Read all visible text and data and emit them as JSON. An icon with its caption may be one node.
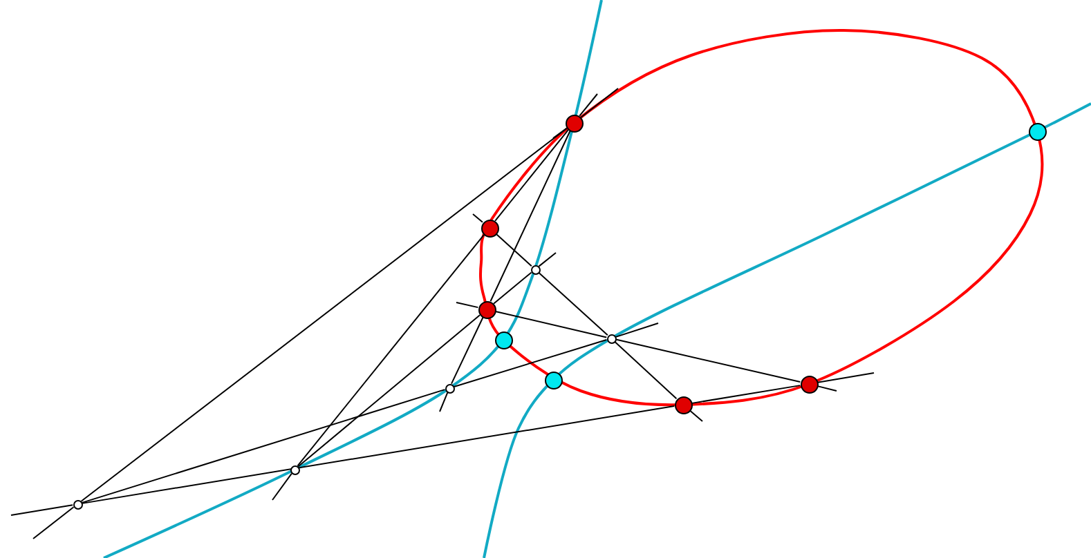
{
  "diagram": {
    "nodes": [
      {
        "text": [],
        "shape": "circle"
      },
      {
        "text": [],
        "shape": "circle"
      },
      {
        "text": [],
        "shape": "circle"
      },
      {
        "text": [],
        "shape": "circle"
      },
      {
        "text": [],
        "shape": "circle"
      },
      {
        "text": [],
        "shape": "circle"
      },
      {
        "text": [],
        "shape": "circle"
      },
      {
        "text": [],
        "shape": "circle"
      },
      {
        "text": [],
        "shape": "circle"
      },
      {
        "text": [],
        "shape": "circle"
      },
      {
        "text": [],
        "shape": "circle"
      },
      {
        "text": [],
        "shape": "circle"
      },
      {
        "text": [],
        "shape": "circle"
      }
    ],
    "edges": [
      {
        "from": 0,
        "to": 12,
        "arrow": "none"
      },
      {
        "from": 0,
        "to": null,
        "arrow": "none"
      },
      {
        "from": 12,
        "to": null,
        "arrow": "none"
      },
      {
        "from": 0,
        "to": 1,
        "arrow": "none"
      },
      {
        "from": 1,
        "to": 11,
        "arrow": "none"
      },
      {
        "from": 11,
        "to": null,
        "arrow": "none"
      },
      {
        "from": 0,
        "to": 2,
        "arrow": "none"
      },
      {
        "from": 2,
        "to": 10,
        "arrow": "none"
      },
      {
        "from": 10,
        "to": null,
        "arrow": "none"
      },
      {
        "from": 1,
        "to": 8,
        "arrow": "none"
      },
      {
        "from": 8,
        "to": 9,
        "arrow": "none"
      },
      {
        "from": 9,
        "to": 3,
        "arrow": "none"
      },
      {
        "from": 1,
        "to": null,
        "arrow": "none"
      },
      {
        "from": 3,
        "to": null,
        "arrow": "none"
      },
      {
        "from": 2,
        "to": 9,
        "arrow": "none"
      },
      {
        "from": 9,
        "to": 4,
        "arrow": "none"
      },
      {
        "from": 2,
        "to": null,
        "arrow": "none"
      },
      {
        "from": 4,
        "to": null,
        "arrow": "none"
      },
      {
        "from": 12,
        "to": 3,
        "arrow": "none"
      },
      {
        "from": 3,
        "to": 4,
        "arrow": "none"
      },
      {
        "from": 4,
        "to": null,
        "arrow": "none"
      },
      {
        "from": 12,
        "to": 10,
        "arrow": "none"
      },
      {
        "from": 10,
        "to": 9,
        "arrow": "none"
      },
      {
        "from": 12,
        "to": null,
        "arrow": "none"
      },
      {
        "from": 9,
        "to": null,
        "arrow": "none"
      },
      {
        "from": 11,
        "to": 2,
        "arrow": "none"
      },
      {
        "from": 2,
        "to": 8,
        "arrow": "none"
      },
      {
        "from": 8,
        "to": null,
        "arrow": "none"
      },
      {
        "from": null,
        "to": 0,
        "arrow": "none"
      },
      {
        "from": 0,
        "to": null,
        "arrow": "none"
      }
    ]
  }
}
